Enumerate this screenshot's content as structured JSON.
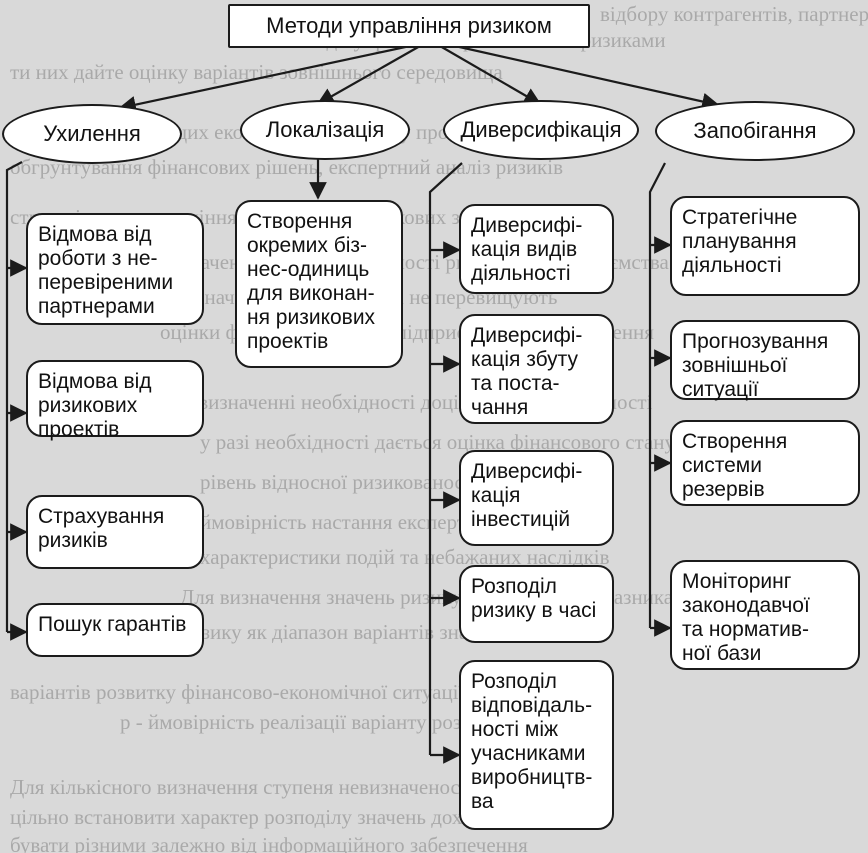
{
  "background_text": [
    "відбору контрагентів, партнерів, інвесторів",
    "ти них дайте оцінку варіантів зовнішнього середовища",
    "Методи управління фінансовими ризиками",
    "дотримання значущих економічних рішень у процесі",
    "обгрунтування фінансових рішень, експертний аналіз ризиків",
    "стратегічного управління, визначення ризикових зон",
    "визначення рівня допустимості ризику для підприємства",
    "тих значень показників, які не перевищують",
    "оцінки фінансового стану підприємства, та проведення",
    "при визначенні необхідності доцільності та доходності",
    "у разі необхідності дається оцінка фінансового стану",
    "рівень відносної ризикованості проектів",
    "ймовірність настання експертом визначається",
    "характеристики подій та небажаних наслідків",
    "Для визначення значень ризику фінансового показника",
    "ризику як діапазон варіантів значень показника",
    "варіантів розвитку фінансово-економічної ситуації",
    "р - ймовірність реалізації варіанту розвитку",
    "Для кількісного визначення ступеня невизначеності до-",
    "цільно встановити характер розподілу значень доходності",
    "бувати різними залежно від інформаційного забезпечення"
  ],
  "root": {
    "label": "Методи управління ризиком"
  },
  "categories": [
    {
      "label": "Ухилення"
    },
    {
      "label": "Локалізація"
    },
    {
      "label": "Диверсифікація"
    },
    {
      "label": "Запобігання"
    }
  ],
  "methods": [
    {
      "category": "Ухилення",
      "label": "Відмова від\nроботи з не-\nперевіреними\nпартнерами"
    },
    {
      "category": "Ухилення",
      "label": "Відмова від\nризикових\nпроектів"
    },
    {
      "category": "Ухилення",
      "label": "Страхування\nризиків"
    },
    {
      "category": "Ухилення",
      "label": "Пошук гарантів"
    },
    {
      "category": "Локалізація",
      "label": "Створення\nокремих біз-\nнес-одиниць\nдля виконан-\nня ризикових\nпроектів"
    },
    {
      "category": "Диверсифікація",
      "label": "Диверсифі-\nкація видів\nдіяльності"
    },
    {
      "category": "Диверсифікація",
      "label": "Диверсифі-\nкація збуту\nта поста-\nчання"
    },
    {
      "category": "Диверсифікація",
      "label": "Диверсифі-\nкація\nінвестицій"
    },
    {
      "category": "Диверсифікація",
      "label": "Розподіл\nризику в часі"
    },
    {
      "category": "Диверсифікація",
      "label": "Розподіл\nвідповідаль-\nності між\nучасниками\nвиробництв-\nва"
    },
    {
      "category": "Запобігання",
      "label": "Стратегічне\nпланування\nдіяльності"
    },
    {
      "category": "Запобігання",
      "label": "Прогнозування\nзовнішньої\nситуації"
    },
    {
      "category": "Запобігання",
      "label": "Створення\nсистеми\nрезервів"
    },
    {
      "category": "Запобігання",
      "label": "Моніторинг\nзаконодавчої\nта норматив-\nної бази"
    }
  ]
}
